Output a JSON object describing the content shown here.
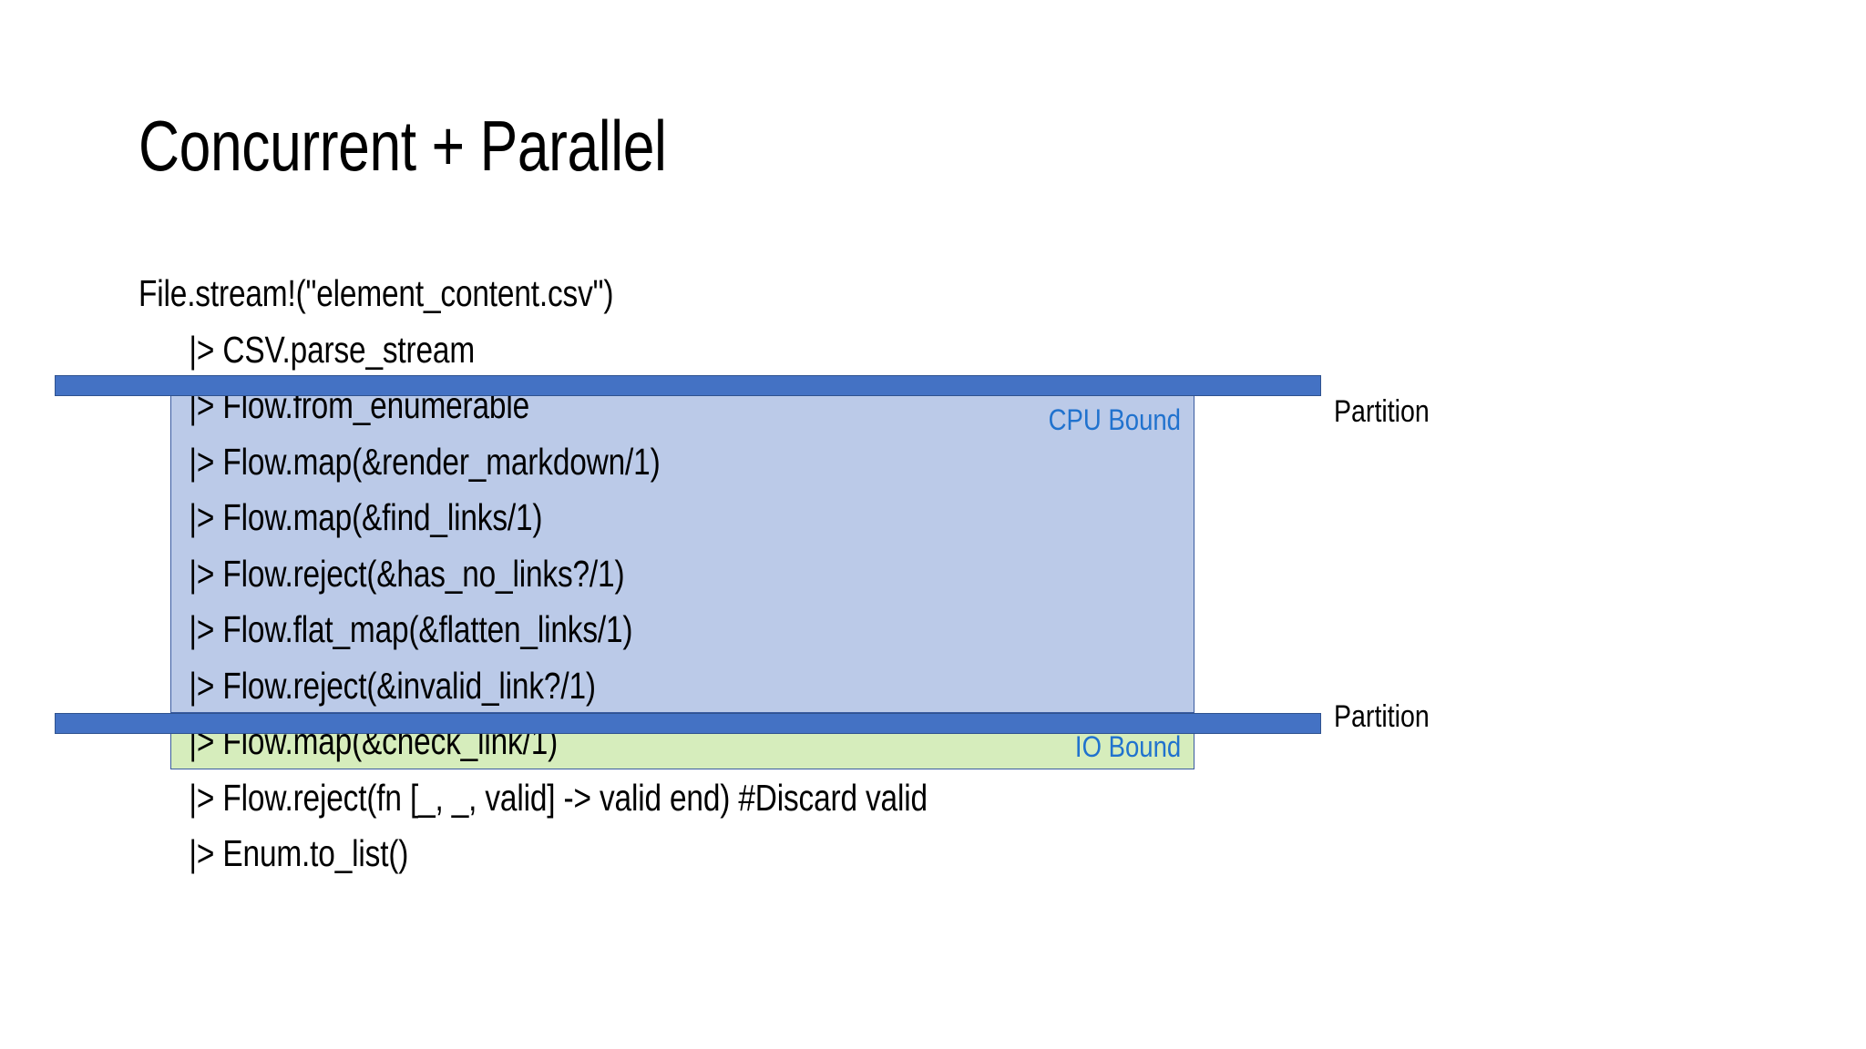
{
  "slide": {
    "title": "Concurrent + Parallel",
    "background_color": "#FFFFFF"
  },
  "code": {
    "lines": [
      {
        "text": "File.stream!(\"element_content.csv\")",
        "indent": false
      },
      {
        "text": "|> CSV.parse_stream",
        "indent": true
      },
      {
        "text": "|> Flow.from_enumerable",
        "indent": true
      },
      {
        "text": "|> Flow.map(&render_markdown/1)",
        "indent": true
      },
      {
        "text": "|> Flow.map(&find_links/1)",
        "indent": true
      },
      {
        "text": "|> Flow.reject(&has_no_links?/1)",
        "indent": true
      },
      {
        "text": "|> Flow.flat_map(&flatten_links/1)",
        "indent": true
      },
      {
        "text": "|> Flow.reject(&invalid_link?/1)",
        "indent": true
      },
      {
        "text": "|> Flow.map(&check_link/1)",
        "indent": true
      },
      {
        "text": "|> Flow.reject(fn [_, _, valid] -> valid end) #Discard valid",
        "indent": true
      },
      {
        "text": "|> Enum.to_list()",
        "indent": true
      }
    ]
  },
  "annotations": {
    "partitions": [
      {
        "label": "Partition",
        "color": "#4472C4"
      },
      {
        "label": "Partition",
        "color": "#4472C4"
      }
    ],
    "regions": [
      {
        "label": "CPU Bound",
        "fill": "#BBCAE8",
        "text_color": "#2072CE"
      },
      {
        "label": "IO Bound",
        "fill": "#D6EDBC",
        "text_color": "#2072CE"
      }
    ]
  }
}
